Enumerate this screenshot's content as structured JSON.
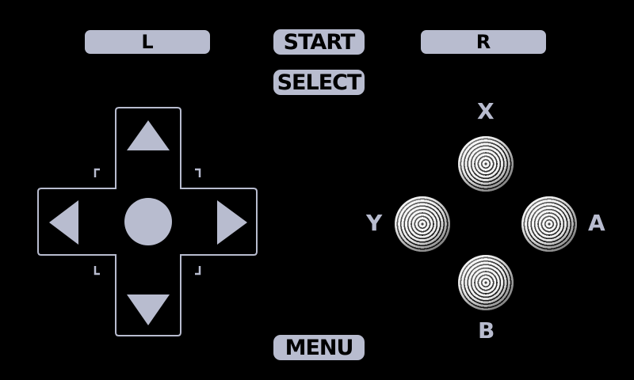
{
  "shoulders": {
    "left": "L",
    "right": "R"
  },
  "system": {
    "start": "START",
    "select": "SELECT",
    "menu": "MENU"
  },
  "face_buttons": {
    "x": "X",
    "y": "Y",
    "a": "A",
    "b": "B"
  },
  "colors": {
    "background": "#000000",
    "accent": "#b8bccf"
  },
  "icons": [
    "dpad-up-icon",
    "dpad-down-icon",
    "dpad-left-icon",
    "dpad-right-icon",
    "dpad-center-icon"
  ]
}
